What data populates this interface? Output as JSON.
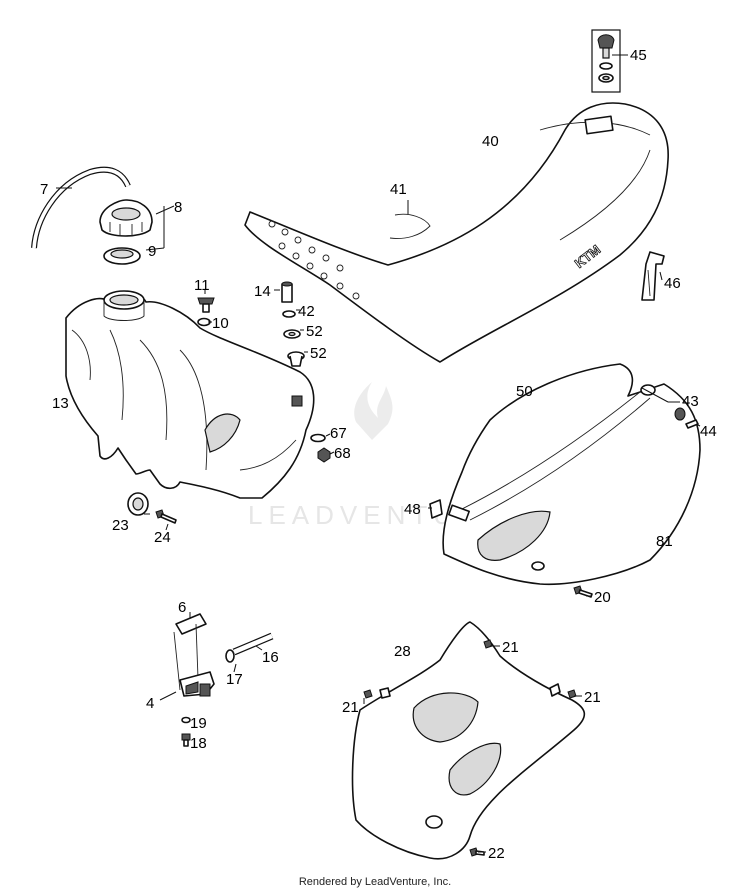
{
  "callouts": {
    "c4": "4",
    "c6": "6",
    "c7": "7",
    "c8": "8",
    "c9": "9",
    "c10": "10",
    "c11": "11",
    "c13": "13",
    "c14": "14",
    "c16": "16",
    "c17": "17",
    "c18": "18",
    "c19": "19",
    "c20": "20",
    "c21a": "21",
    "c21b": "21",
    "c21c": "21",
    "c22": "22",
    "c23": "23",
    "c24": "24",
    "c28": "28",
    "c40": "40",
    "c41": "41",
    "c42": "42",
    "c43": "43",
    "c44": "44",
    "c45": "45",
    "c46": "46",
    "c48": "48",
    "c50": "50",
    "c52a": "52",
    "c52b": "52",
    "c67": "67",
    "c68": "68",
    "c81": "81"
  },
  "watermark": "LEADVENTURE",
  "footer": "Rendered by LeadVenture, Inc."
}
